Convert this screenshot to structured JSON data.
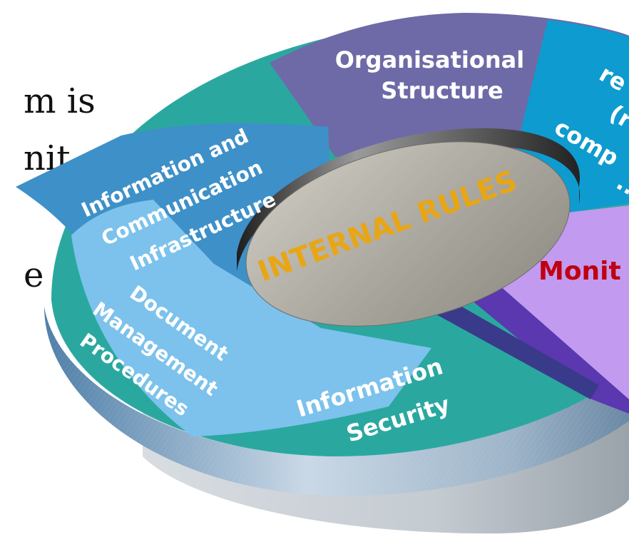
{
  "side_text": [
    "m is",
    "nit",
    "e"
  ],
  "segments": {
    "organisational": [
      "Organisational",
      "Structure"
    ],
    "responsibilities": [
      "re",
      "(r",
      "comp",
      "..."
    ],
    "monitoring": "Monit",
    "ict": [
      "Information and",
      "Communication",
      "Infrastructure"
    ],
    "document": [
      "Document",
      "Management",
      "Procedures"
    ],
    "security": [
      "Information",
      "Security"
    ]
  },
  "center": {
    "label": "INTERNAL RULES"
  },
  "colors": {
    "teal": "#2aa8a0",
    "purple": "#6e6aa8",
    "cyan": "#0e9bd0",
    "lilac": "#c29af0",
    "blue": "#3e90c8",
    "lightblue": "#7cc2ec",
    "center_text": "#e8a614",
    "monitoring_text": "#c00010"
  }
}
